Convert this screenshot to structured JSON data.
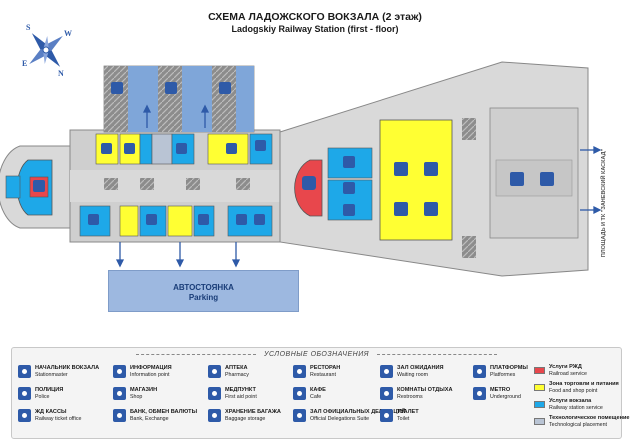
{
  "title_ru": "СХЕМА ЛАДОЖСКОГО ВОКЗАЛА (2 этаж)",
  "title_en": "Ladogskiy Railway Station (first - floor)",
  "compass": {
    "n": "N",
    "s": "S",
    "e": "E",
    "w": "W"
  },
  "parking": {
    "ru": "АВТОСТОЯНКА",
    "en": "Parking"
  },
  "street_label": "ПЛОЩАДЬ И ТК \"ЗАНЕВСКИЙ КАСКАД\"",
  "colors": {
    "rzd": "#e8474c",
    "food": "#ffff33",
    "station": "#1ea8e8",
    "technical": "#b9c4d4",
    "corridor": "#d9d9d9",
    "dark": "#555555",
    "icon": "#2e5aa8"
  },
  "legend": {
    "title": "УСЛОВНЫЕ ОБОЗНАЧЕНИЯ",
    "items": [
      {
        "icon": "stationmaster-icon",
        "ru": "НАЧАЛЬНИК ВОКЗАЛА",
        "en": "Stationmaster"
      },
      {
        "icon": "police-icon",
        "ru": "ПОЛИЦИЯ",
        "en": "Police"
      },
      {
        "icon": "ticket-office-icon",
        "ru": "ЖД КАССЫ",
        "en": "Railway ticket office"
      },
      {
        "icon": "information-icon",
        "ru": "ИНФОРМАЦИЯ",
        "en": "Information point"
      },
      {
        "icon": "shop-icon",
        "ru": "МАГАЗИН",
        "en": "Shop"
      },
      {
        "icon": "bank-icon",
        "ru": "БАНК, ОБМЕН ВАЛЮТЫ",
        "en": "Bank, Exchange"
      },
      {
        "icon": "pharmacy-icon",
        "ru": "АПТЕКА",
        "en": "Pharmacy"
      },
      {
        "icon": "first-aid-icon",
        "ru": "МЕДПУНКТ",
        "en": "First aid point"
      },
      {
        "icon": "baggage-icon",
        "ru": "ХРАНЕНИЕ БАГАЖА",
        "en": "Baggage storage"
      },
      {
        "icon": "restaurant-icon",
        "ru": "РЕСТОРАН",
        "en": "Restaurant"
      },
      {
        "icon": "cafe-icon",
        "ru": "КАФЕ",
        "en": "Cafe"
      },
      {
        "icon": "delegations-icon",
        "ru": "ЗАЛ ОФИЦИАЛЬНЫХ ДЕЛЕГАЦИЙ",
        "en": "Official Delegations Suite"
      },
      {
        "icon": "waiting-room-icon",
        "ru": "ЗАЛ ОЖИДАНИЯ",
        "en": "Waiting room"
      },
      {
        "icon": "restrooms-icon",
        "ru": "КОМНАТЫ ОТДЫХА",
        "en": "Restrooms"
      },
      {
        "icon": "toilet-icon",
        "ru": "ТУАЛЕТ",
        "en": "Toilet"
      },
      {
        "icon": "platforms-icon",
        "ru": "ПЛАТФОРМЫ",
        "en": "Platformes"
      },
      {
        "icon": "metro-icon",
        "ru": "METRO",
        "en": "Underground"
      }
    ],
    "zones": [
      {
        "color": "#e8474c",
        "ru": "Услуги РЖД",
        "en": "Railroad service"
      },
      {
        "color": "#ffff33",
        "ru": "Зона торговли и питания",
        "en": "Food and shop point"
      },
      {
        "color": "#1ea8e8",
        "ru": "Услуги вокзала",
        "en": "Railway station service"
      },
      {
        "color": "#b9c4d4",
        "ru": "Технологическое помещение",
        "en": "Technological placement"
      }
    ]
  }
}
